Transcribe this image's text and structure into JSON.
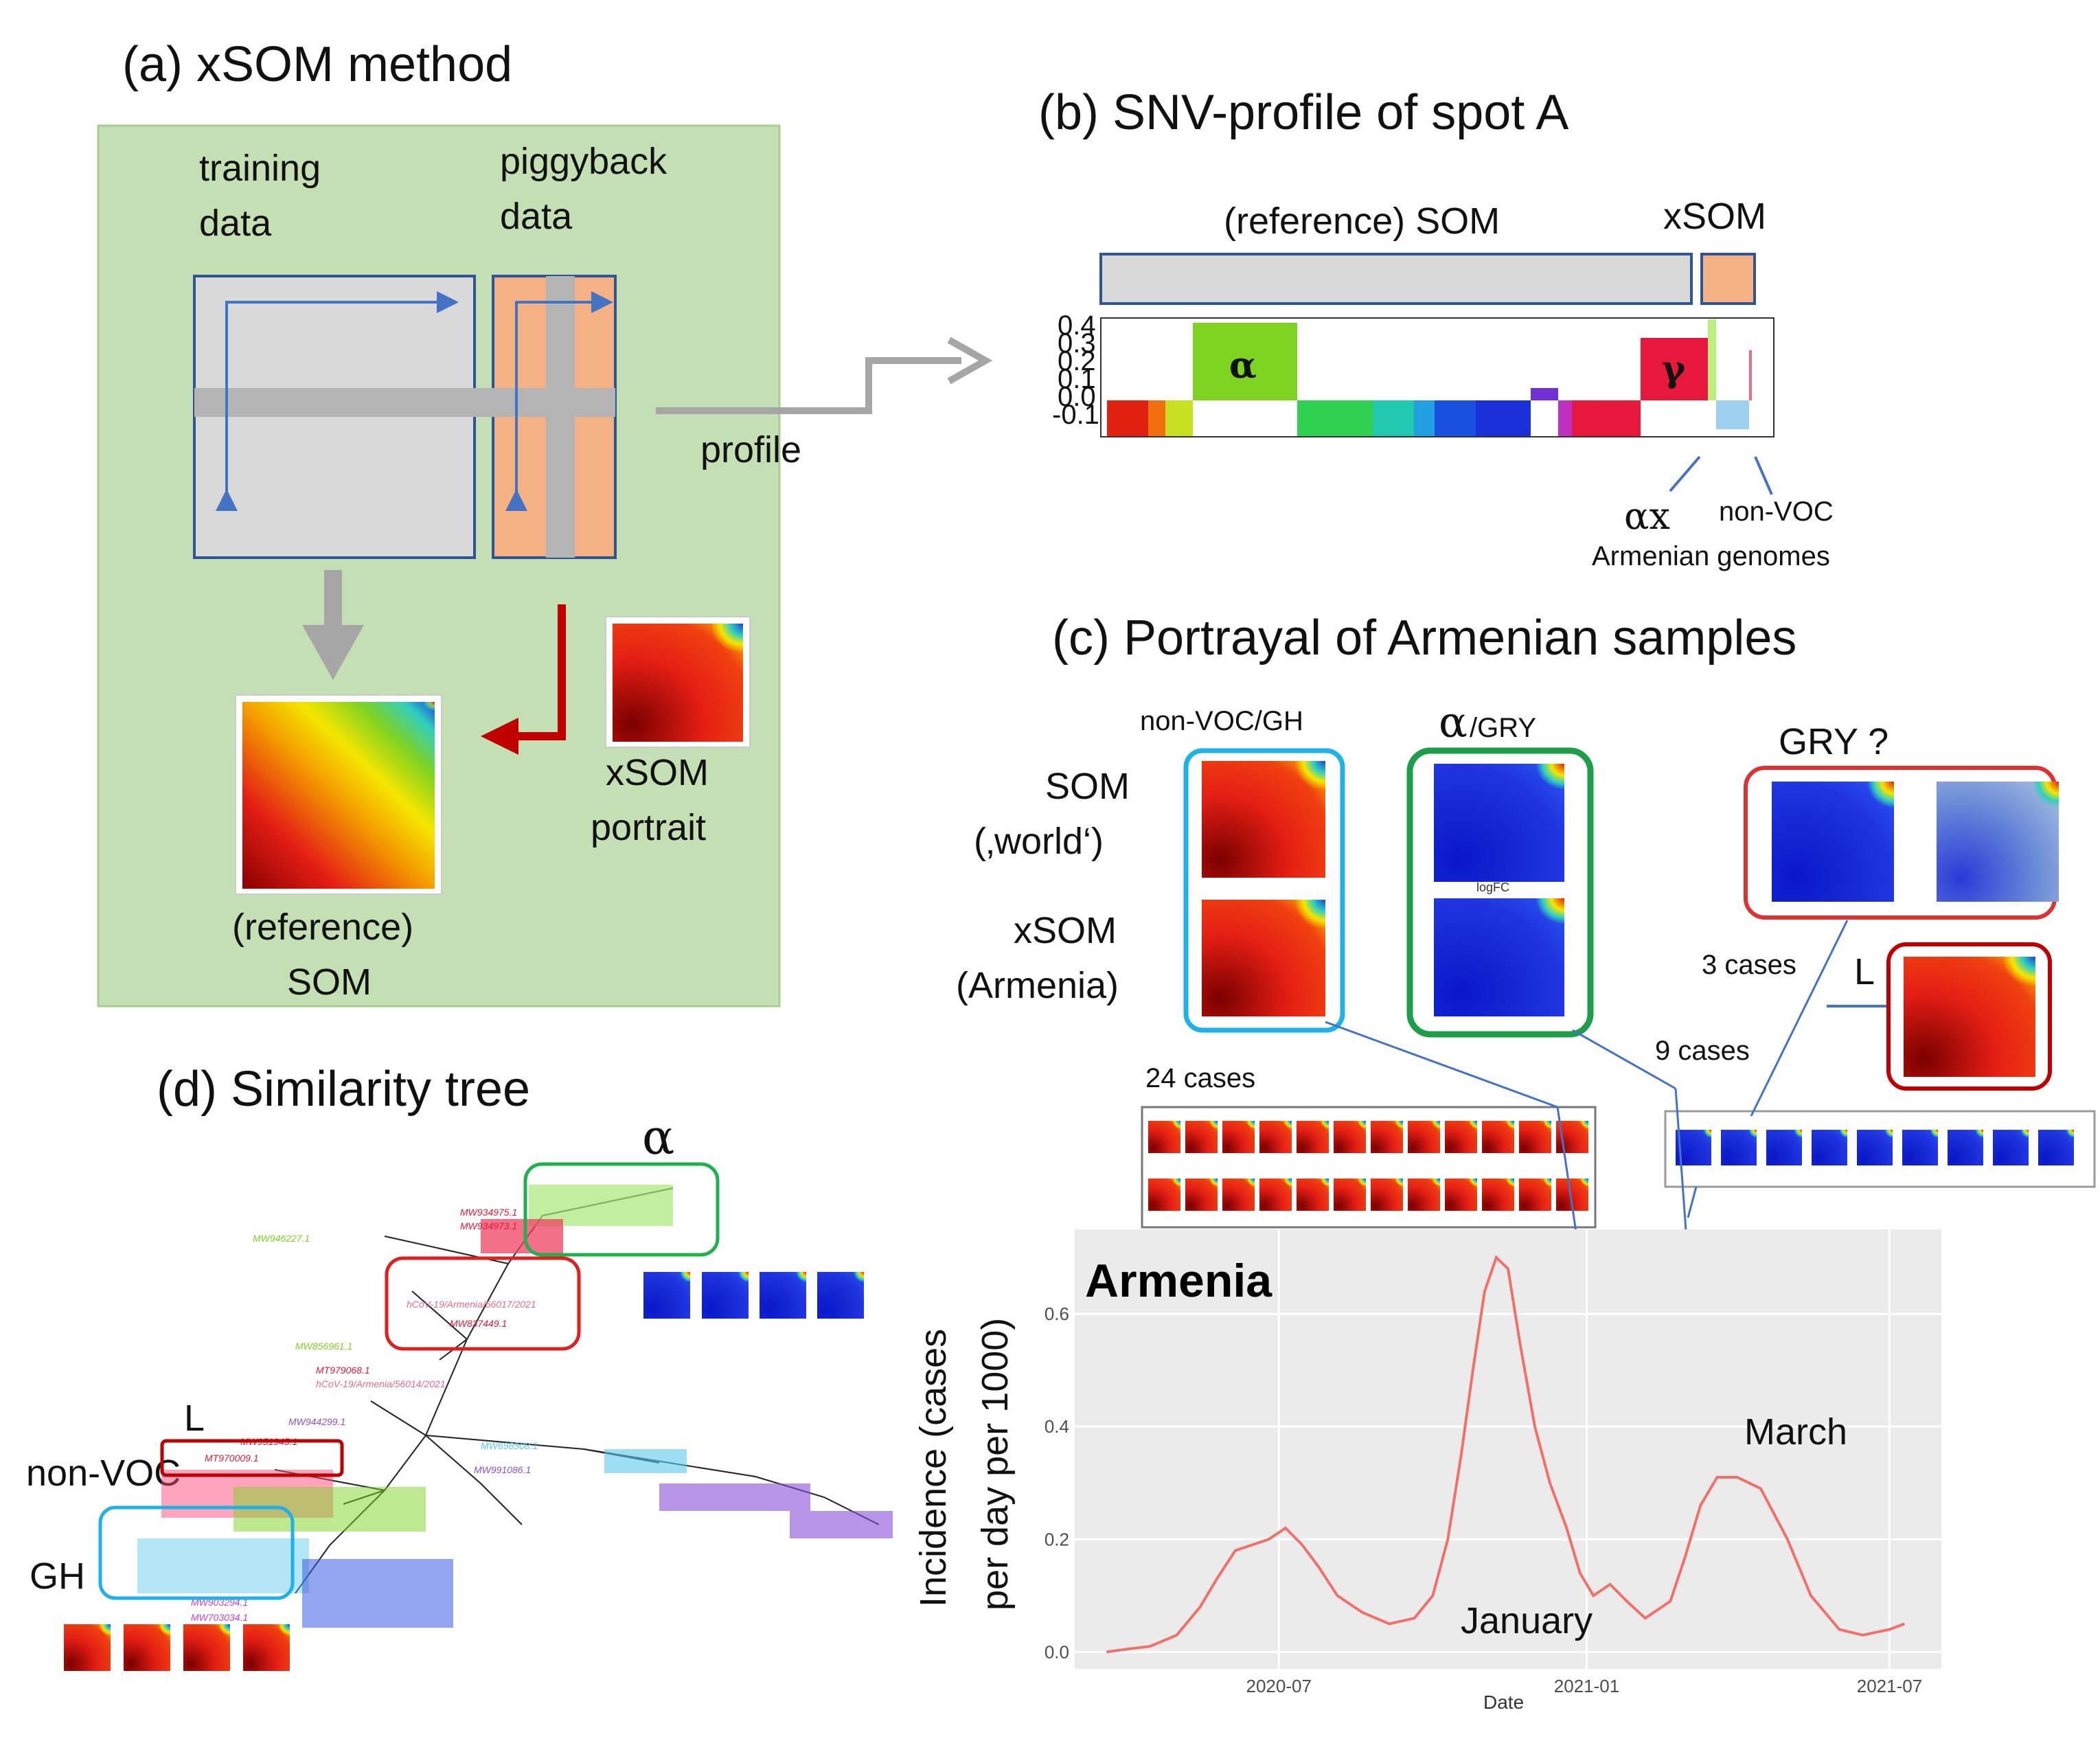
{
  "panel_a": {
    "title": "(a) xSOM method",
    "training_label_1": "training",
    "training_label_2": "data",
    "piggyback_label_1": "piggyback",
    "piggyback_label_2": "data",
    "profile_label": "profile",
    "xsom_label_1": "xSOM",
    "xsom_label_2": "portrait",
    "ref_label_1": "(reference)",
    "ref_label_2": "SOM"
  },
  "panel_b": {
    "title": "(b) SNV-profile of spot A",
    "ref_som_label": "(reference)  SOM",
    "xsom_label": "xSOM",
    "alpha_label": "α",
    "gamma_label": "γ",
    "ax_label": "αx",
    "nonvoc_label": "non-VOC",
    "armenian_label": "Armenian genomes",
    "yticks": [
      "0.4",
      "0.3",
      "0.2",
      "0.1",
      "0.0",
      "-0.1"
    ]
  },
  "panel_c": {
    "title": "(c) Portrayal of Armenian samples",
    "col1_label": "non-VOC/GH",
    "col2_alpha": "α",
    "col2_rest": " /GRY",
    "gry_label": "GRY ?",
    "som_label_1": "SOM",
    "som_label_2": "(‚world‘)",
    "xsom_label_1": "xSOM",
    "xsom_label_2": "(Armenia)",
    "cases_3": "3 cases",
    "cases_9": "9 cases",
    "cases_24": "24 cases",
    "l_label": "L",
    "logfc": "logFC"
  },
  "panel_d": {
    "title": "(d) Similarity tree",
    "alpha_label": "α",
    "l_label": "L",
    "nonvoc_label": "non-VOC",
    "gh_label": "GH",
    "tree_tips": [
      {
        "text": "MW934975.1",
        "color": "#e8173c"
      },
      {
        "text": "MW934973.1",
        "color": "#e8173c"
      },
      {
        "text": "MW946227.1",
        "color": "#7ed321"
      },
      {
        "text": "hCoV-19/Armenia/56017/2021",
        "color": "#f06a8a"
      },
      {
        "text": "MW837449.1",
        "color": "#e8173c"
      },
      {
        "text": "MW856961.1",
        "color": "#7ed321"
      },
      {
        "text": "MT979068.1",
        "color": "#e8173c"
      },
      {
        "text": "hCoV-19/Armenia/56014/2021",
        "color": "#f06a8a"
      },
      {
        "text": "MW944299.1",
        "color": "#8b4fd9"
      },
      {
        "text": "MW951945.1",
        "color": "#e8173c"
      },
      {
        "text": "MT970009.1",
        "color": "#e8173c"
      },
      {
        "text": "MW698508.1",
        "color": "#5bc8ef"
      },
      {
        "text": "MW991086.1",
        "color": "#8b4fd9"
      },
      {
        "text": "MW903294.1",
        "color": "#c93fd9"
      },
      {
        "text": "MW703034.1",
        "color": "#c93fd9"
      }
    ]
  },
  "chart_data": {
    "type": "line",
    "title": "Armenia",
    "xlabel": "Date",
    "ylabel_1": "Incidence (cases",
    "ylabel_2": "per day per 1000)",
    "ylim": [
      -0.03,
      0.75
    ],
    "yticks": [
      "0.0",
      "0.2",
      "0.4",
      "0.6"
    ],
    "xticks": [
      "2020-07",
      "2021-01",
      "2021-07"
    ],
    "series": [
      {
        "color": "#f0716a",
        "points": [
          [
            "2020-03-20",
            0.0
          ],
          [
            "2020-04-01",
            0.005
          ],
          [
            "2020-04-15",
            0.01
          ],
          [
            "2020-05-01",
            0.03
          ],
          [
            "2020-05-15",
            0.08
          ],
          [
            "2020-05-25",
            0.13
          ],
          [
            "2020-06-05",
            0.18
          ],
          [
            "2020-06-15",
            0.19
          ],
          [
            "2020-06-25",
            0.2
          ],
          [
            "2020-07-05",
            0.22
          ],
          [
            "2020-07-15",
            0.19
          ],
          [
            "2020-07-25",
            0.15
          ],
          [
            "2020-08-05",
            0.1
          ],
          [
            "2020-08-20",
            0.07
          ],
          [
            "2020-09-05",
            0.05
          ],
          [
            "2020-09-20",
            0.06
          ],
          [
            "2020-10-01",
            0.1
          ],
          [
            "2020-10-10",
            0.2
          ],
          [
            "2020-10-18",
            0.35
          ],
          [
            "2020-10-25",
            0.5
          ],
          [
            "2020-11-01",
            0.64
          ],
          [
            "2020-11-08",
            0.7
          ],
          [
            "2020-11-15",
            0.68
          ],
          [
            "2020-11-22",
            0.55
          ],
          [
            "2020-12-01",
            0.4
          ],
          [
            "2020-12-10",
            0.3
          ],
          [
            "2020-12-20",
            0.22
          ],
          [
            "2020-12-28",
            0.14
          ],
          [
            "2021-01-05",
            0.1
          ],
          [
            "2021-01-15",
            0.12
          ],
          [
            "2021-01-25",
            0.09
          ],
          [
            "2021-02-05",
            0.06
          ],
          [
            "2021-02-20",
            0.09
          ],
          [
            "2021-03-01",
            0.17
          ],
          [
            "2021-03-10",
            0.26
          ],
          [
            "2021-03-20",
            0.31
          ],
          [
            "2021-04-01",
            0.31
          ],
          [
            "2021-04-15",
            0.29
          ],
          [
            "2021-05-01",
            0.2
          ],
          [
            "2021-05-15",
            0.1
          ],
          [
            "2021-06-01",
            0.04
          ],
          [
            "2021-06-15",
            0.03
          ],
          [
            "2021-07-01",
            0.04
          ],
          [
            "2021-07-10",
            0.05
          ]
        ]
      }
    ],
    "annotations": [
      "January",
      "March"
    ]
  }
}
